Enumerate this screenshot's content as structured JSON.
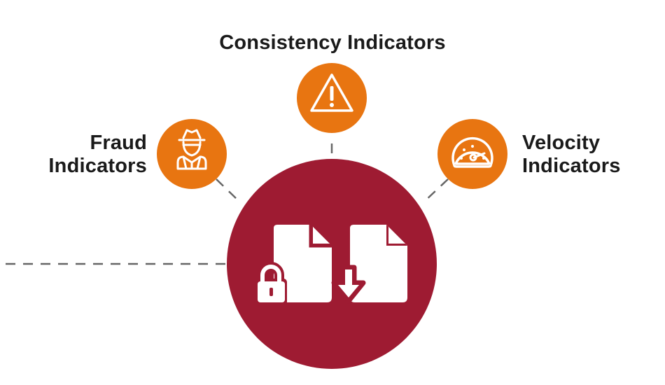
{
  "colors": {
    "hub": "#9e1b32",
    "indicator": "#e87511",
    "connector": "#666666",
    "icon": "#ffffff"
  },
  "nodes": {
    "consistency": {
      "label": "Consistency Indicators",
      "icon": "warning-triangle-icon"
    },
    "fraud": {
      "label_lines": [
        "Fraud",
        "Indicators"
      ],
      "icon": "spy-icon"
    },
    "velocity": {
      "label_lines": [
        "Velocity",
        "Indicators"
      ],
      "icon": "speedometer-icon"
    }
  },
  "hub": {
    "icons": [
      "document-lock-icon",
      "document-download-icon"
    ]
  }
}
